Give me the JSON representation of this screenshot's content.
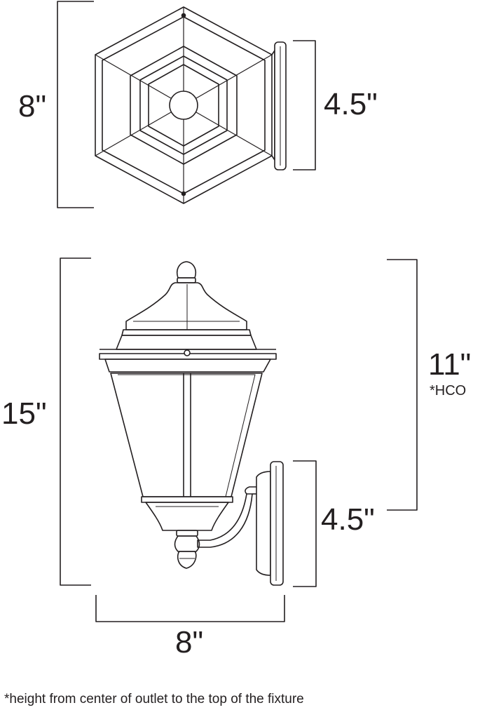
{
  "top_view": {
    "width_label": "8\"",
    "depth_label": "4.5\""
  },
  "side_view": {
    "height_label": "15\"",
    "hco_label": "11\"",
    "hco_sub": "*HCO",
    "backplate_label": "4.5\"",
    "width_label": "8\""
  },
  "footnote": "*height from center of outlet to the top of the fixture",
  "colors": {
    "line": "#231f20",
    "background": "#ffffff"
  }
}
